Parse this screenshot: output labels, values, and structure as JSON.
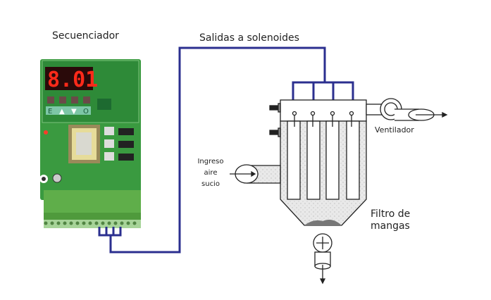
{
  "labels": {
    "sequencer": "Secuenciador",
    "outputs": "Salidas a solenoides",
    "fan": "Ventilador",
    "inlet_1": "Ingreso",
    "inlet_2": "aire",
    "inlet_3": "sucio",
    "filter_1": "Filtro de",
    "filter_2": "mangas"
  },
  "display": {
    "digits": "8.01"
  },
  "board_buttons": [
    "E",
    "▲",
    "▼",
    "O"
  ],
  "colors": {
    "wire": "#2b2f8f",
    "board": "#2f8f3a",
    "terminal": "#5fae4a",
    "led": "#e0201a"
  }
}
